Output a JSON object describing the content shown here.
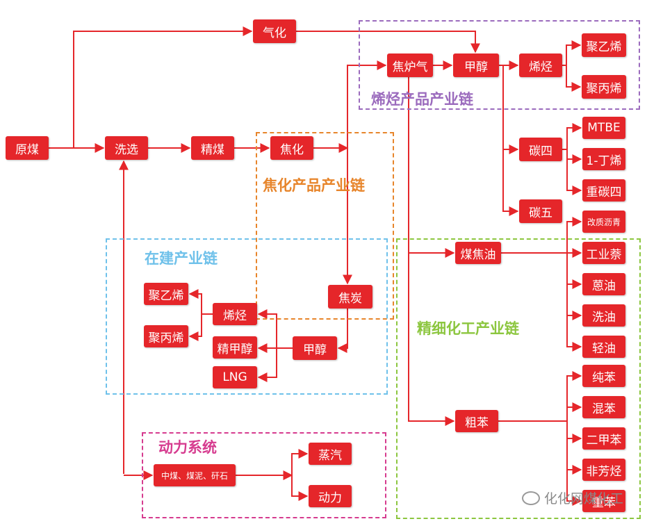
{
  "colors": {
    "node": "#e5262a",
    "arrow": "#e5262a",
    "olefin_zone": "#9b6bbd",
    "coking_zone": "#e7852b",
    "construction_zone": "#6fc1ea",
    "fine_chem_zone": "#8cc63f",
    "power_zone": "#d63b8f"
  },
  "zones": {
    "olefin": "烯烃产品产业链",
    "coking": "焦化产品产业链",
    "construction": "在建产业链",
    "fine_chem": "精细化工产业链",
    "power": "动力系统"
  },
  "nodes": {
    "raw_coal": "原煤",
    "gasification": "气化",
    "washing": "洗选",
    "clean_coal": "精煤",
    "coking": "焦化",
    "coke_oven_gas": "焦炉气",
    "methanol": "甲醇",
    "olefin": "烯烃",
    "polyethylene": "聚乙烯",
    "polypropylene": "聚丙烯",
    "c4": "碳四",
    "c5": "碳五",
    "mtbe": "MTBE",
    "butene": "1-丁烯",
    "heavy_c4": "重碳四",
    "modified_pitch": "改质沥青",
    "industrial_naphthalene": "工业萘",
    "anthracene_oil": "蒽油",
    "wash_oil": "洗油",
    "light_oil": "轻油",
    "coal_tar": "煤焦油",
    "crude_benzene": "粗苯",
    "pure_benzene": "纯苯",
    "mixed_benzene": "混苯",
    "xylene": "二甲苯",
    "non_aromatics": "非芳烃",
    "heavy_benzene": "重苯",
    "coke": "焦炭",
    "methanol_2": "甲醇",
    "olefin_2": "烯烃",
    "refined_methanol": "精甲醇",
    "lng": "LNG",
    "polyethylene_2": "聚乙烯",
    "polypropylene_2": "聚丙烯",
    "middling_coal": "中煤、煤泥、矸石",
    "steam": "蒸汽",
    "power": "动力"
  },
  "watermark": "化化网煤化工"
}
